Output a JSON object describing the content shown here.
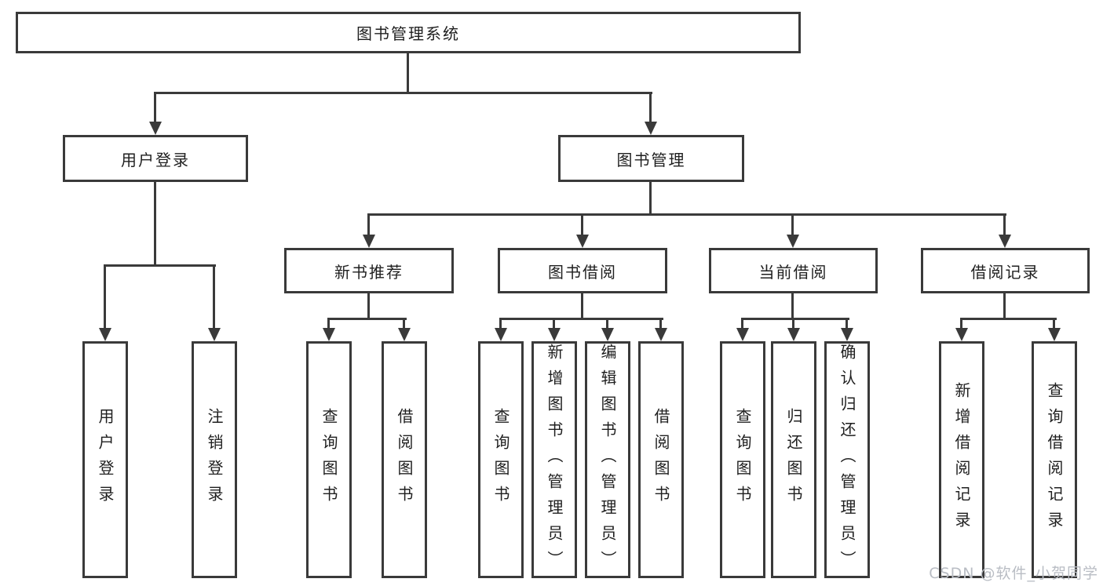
{
  "diagram": {
    "root": {
      "label": "图书管理系统"
    },
    "level2": [
      {
        "label": "用户登录"
      },
      {
        "label": "图书管理"
      }
    ],
    "level3": [
      {
        "label": "新书推荐"
      },
      {
        "label": "图书借阅"
      },
      {
        "label": "当前借阅"
      },
      {
        "label": "借阅记录"
      }
    ],
    "leaves": [
      {
        "label": "用户登录"
      },
      {
        "label": "注销登录"
      },
      {
        "label": "查询图书"
      },
      {
        "label": "借阅图书"
      },
      {
        "label": "查询图书"
      },
      {
        "label": "新增图书（管理员）"
      },
      {
        "label": "编辑图书（管理员）"
      },
      {
        "label": "借阅图书"
      },
      {
        "label": "查询图书"
      },
      {
        "label": "归还图书"
      },
      {
        "label": "确认归还（管理员）"
      },
      {
        "label": "新增借阅记录"
      },
      {
        "label": "查询借阅记录"
      }
    ]
  },
  "watermark": {
    "text": "CSDN @软件_小贺同学"
  },
  "colors": {
    "line": "#3a3a3a",
    "text": "#1f1f1f",
    "watermark": "#b9bdc4",
    "background": "#ffffff"
  }
}
